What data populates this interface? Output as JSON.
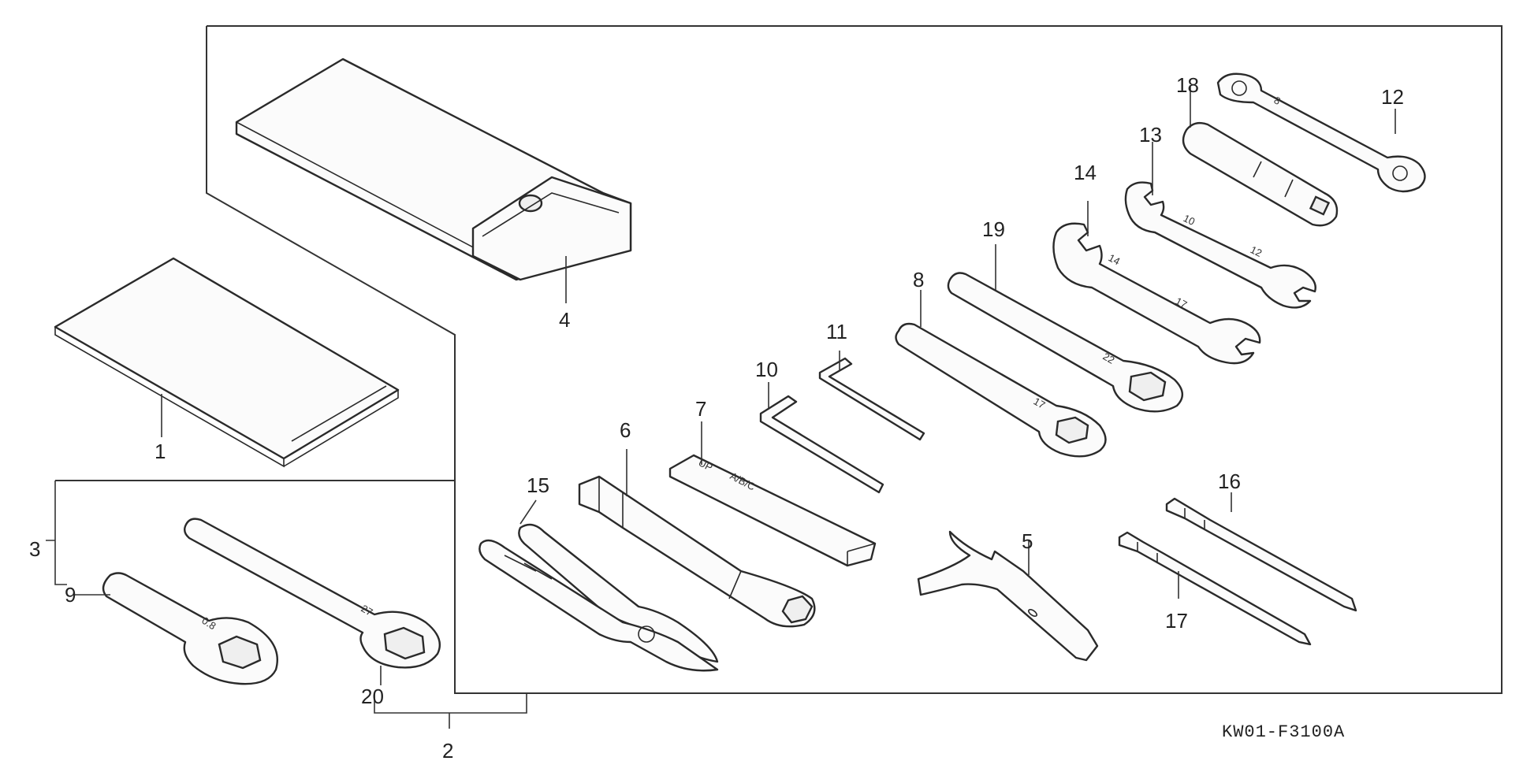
{
  "diagram": {
    "code": "KW01-F3100A",
    "callouts": [
      "1",
      "2",
      "3",
      "4",
      "5",
      "6",
      "7",
      "8",
      "9",
      "10",
      "11",
      "12",
      "13",
      "14",
      "15",
      "16",
      "17",
      "18",
      "19",
      "20"
    ],
    "tool_markings": {
      "wrench9": "0.8",
      "wrench20": "27",
      "wrench8": "17",
      "wrench19": "22",
      "wrench14a": "14",
      "wrench14b": "17",
      "wrench13a": "10",
      "wrench13b": "12",
      "wrench12": "8",
      "bar7": "UP",
      "bar7b": "A/B/C"
    }
  }
}
